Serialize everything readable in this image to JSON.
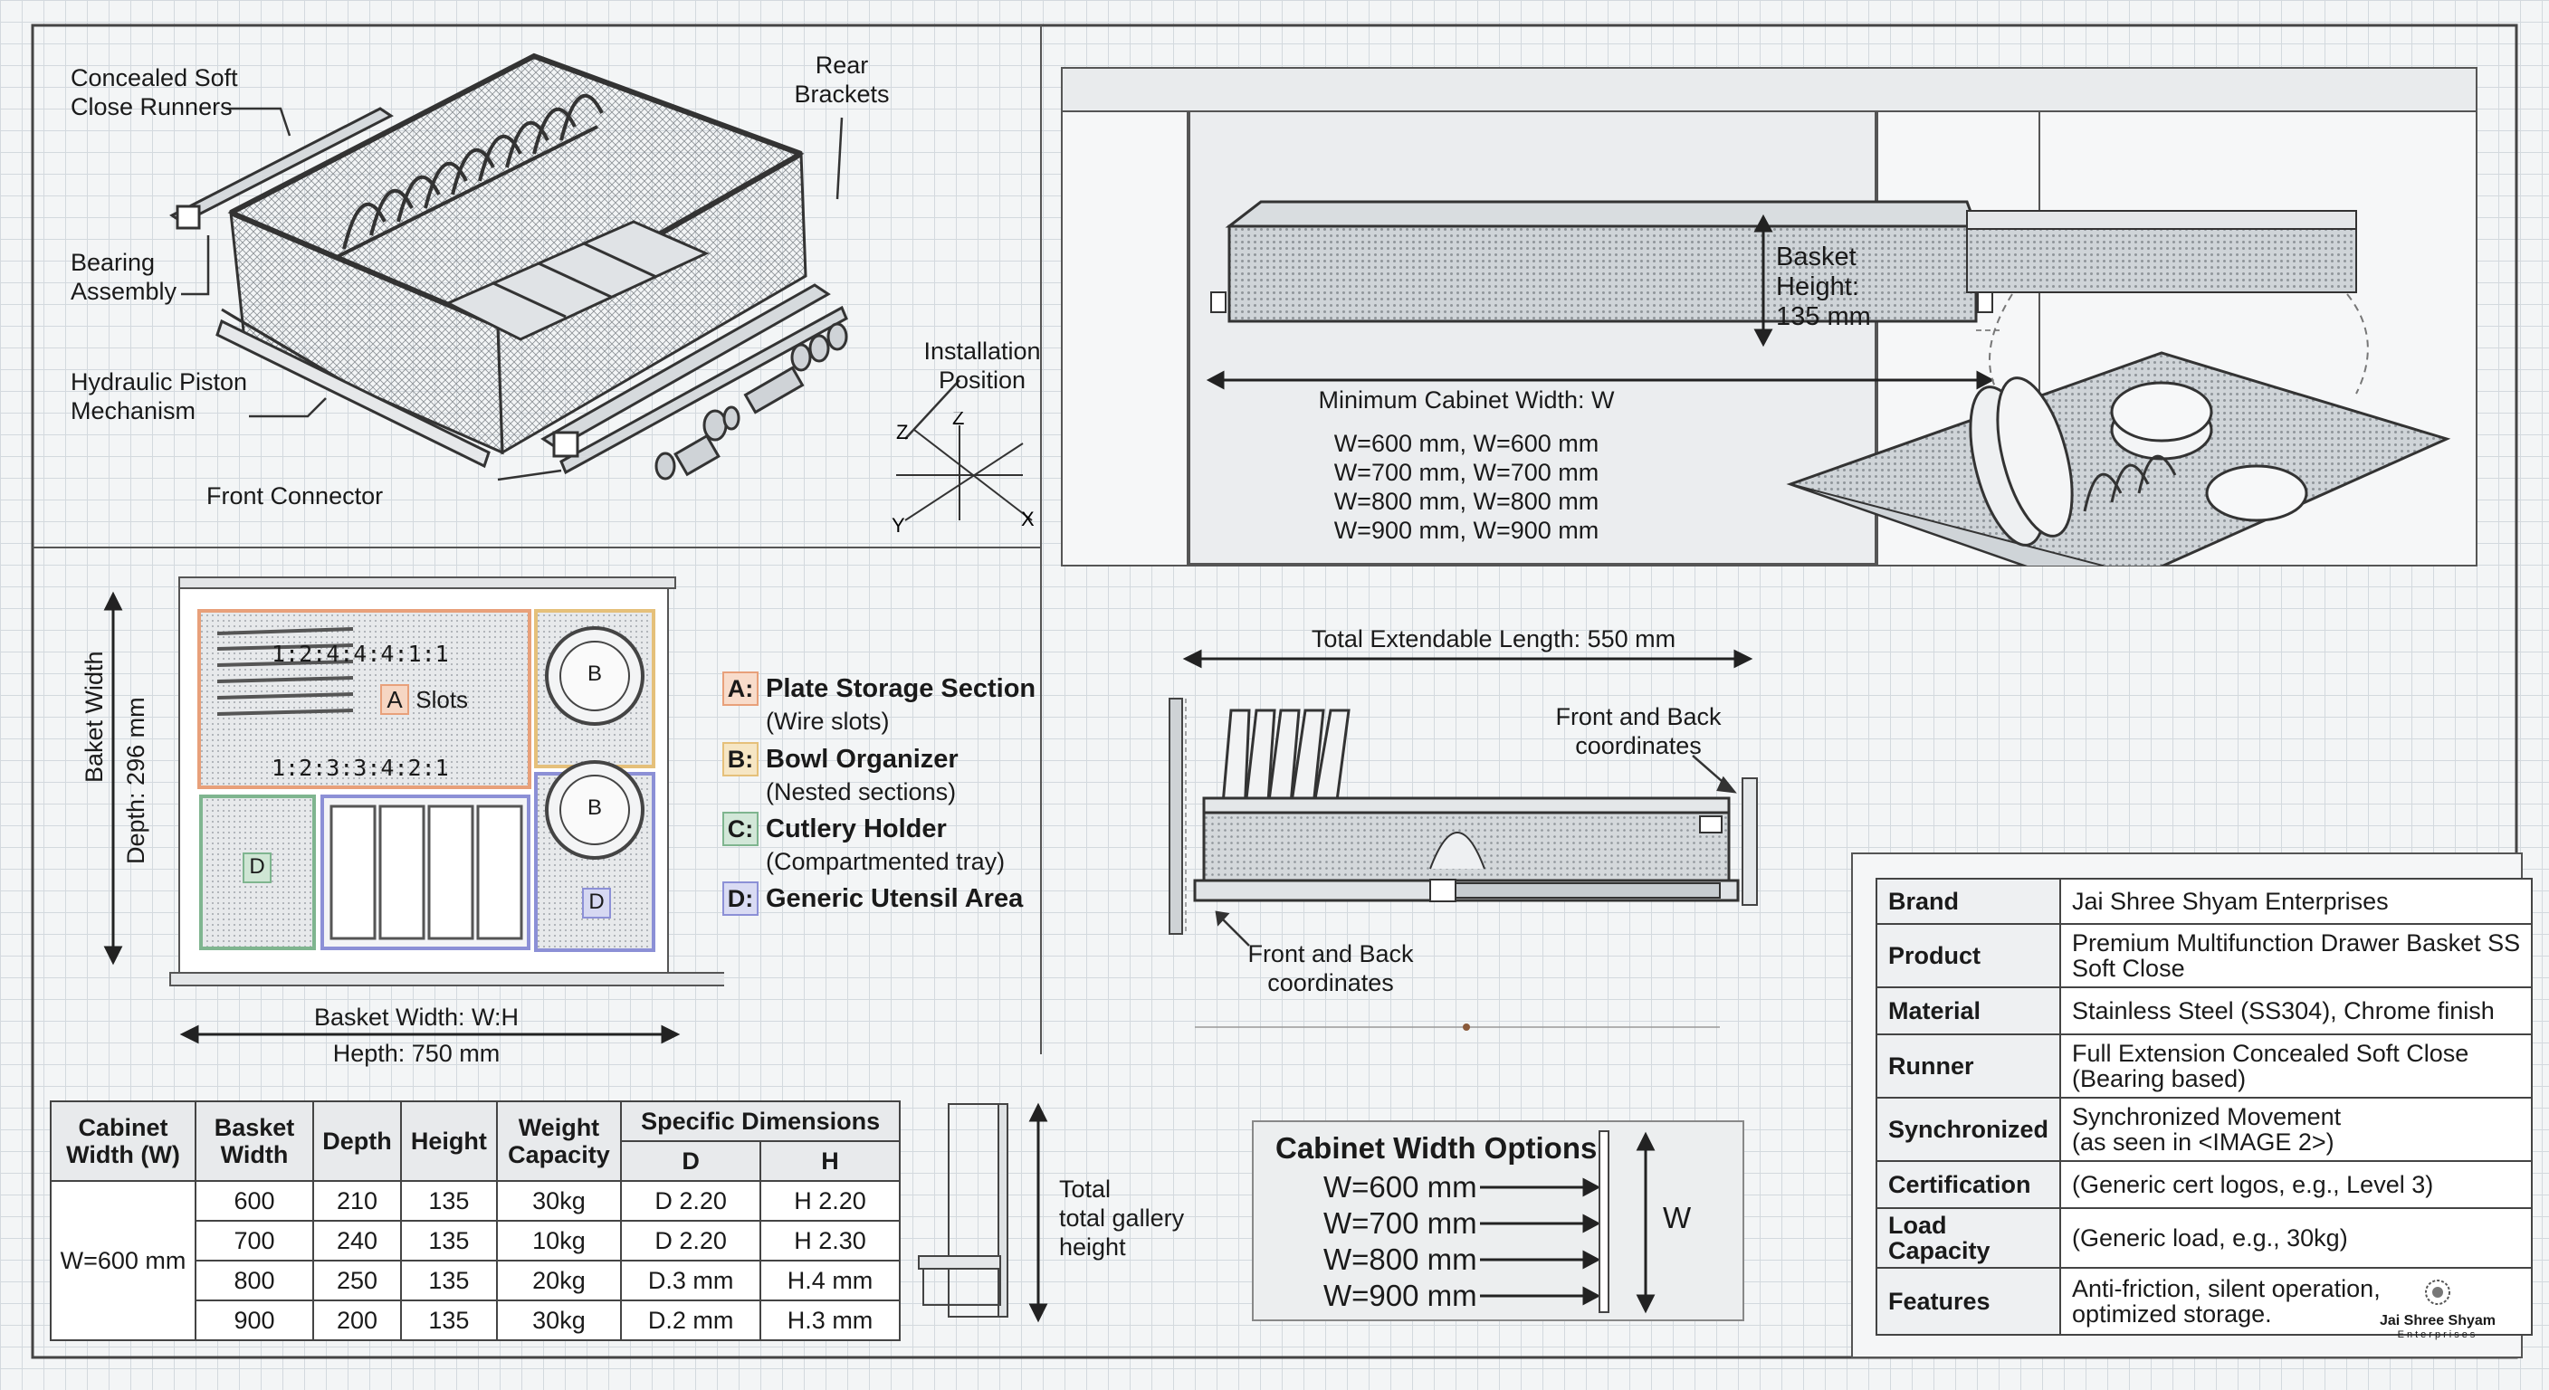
{
  "callouts": {
    "concealed_runners": "Concealed Soft\nClose Runners",
    "rear_brackets": "Rear\nBrackets",
    "bearing_assembly": "Bearing\nAssembly",
    "hydraulic_piston": "Hydraulic Piston\nMechanism",
    "front_connector": "Front Connector",
    "installation_position": "Installation\nPosition",
    "axis_z1": "Z",
    "axis_z2": "Z",
    "axis_y": "Y",
    "axis_x": "X"
  },
  "cabinet_view": {
    "basket_height": "Basket\nHeight:\n135 mm",
    "min_width": "Minimum Cabinet Width: W",
    "width_list": [
      "W=600 mm, W=600 mm",
      "W=700 mm, W=700 mm",
      "W=800 mm, W=800 mm",
      "W=900 mm, W=900 mm"
    ]
  },
  "layout_view": {
    "plate_numbers_top": "1:2:4:4:4:1:1",
    "plate_numbers_bottom": "1:2:3:3:4:2:1",
    "slots_badge": "A",
    "slots_label": "Slots",
    "bowl_badge_1": "B",
    "bowl_badge_2": "B",
    "d_badge_1": "D",
    "d_badge_2": "D",
    "side_label_1": "Baket Width",
    "side_label_2": "Depth: 296 mm",
    "bottom_label_1": "Basket Width: W:H",
    "bottom_label_2": "Hepth: 750 mm"
  },
  "legend": [
    {
      "badge": "A:",
      "title": "Plate Storage Section",
      "sub": "(Wire slots)",
      "color": "#e8a07a"
    },
    {
      "badge": "B:",
      "title": "Bowl Organizer",
      "sub": "(Nested sections)",
      "color": "#e5c07a"
    },
    {
      "badge": "C:",
      "title": "Cutlery Holder",
      "sub": "(Compartmented tray)",
      "color": "#7fb58f"
    },
    {
      "badge": "D:",
      "title": "Generic Utensil Area",
      "sub": "",
      "color": "#8c90d6"
    }
  ],
  "side_view": {
    "total_length": "Total Extendable Length: 550 mm",
    "front_back_top": "Front and Back\ncoordinates",
    "front_back_bottom": "Front and Back\ncoordinates"
  },
  "dimensions_table": {
    "headers": {
      "cabinet_width": "Cabinet\nWidth (W)",
      "basket_width": "Basket\nWidth",
      "depth": "Depth",
      "height": "Height",
      "weight": "Weight\nCapacity",
      "specific": "Specific Dimensions",
      "d": "D",
      "h": "H"
    },
    "cabinet_value": "W=600 mm",
    "rows": [
      {
        "basket": "600",
        "depth": "210",
        "height": "135",
        "weight": "30kg",
        "d": "D 2.20",
        "h": "H 2.20"
      },
      {
        "basket": "700",
        "depth": "240",
        "height": "135",
        "weight": "10kg",
        "d": "D 2.20",
        "h": "H 2.30"
      },
      {
        "basket": "800",
        "depth": "250",
        "height": "135",
        "weight": "20kg",
        "d": "D.3 mm",
        "h": "H.4 mm"
      },
      {
        "basket": "900",
        "depth": "200",
        "height": "135",
        "weight": "30kg",
        "d": "D.2 mm",
        "h": "H.3 mm"
      }
    ]
  },
  "gallery": {
    "label": "Total\ntotal gallery\nheight"
  },
  "width_options": {
    "title": "Cabinet Width Options:",
    "items": [
      "W=600 mm",
      "W=700 mm",
      "W=800 mm",
      "W=900 mm"
    ],
    "w_label": "W"
  },
  "spec_table": [
    {
      "key": "Brand",
      "value": "Jai Shree Shyam Enterprises"
    },
    {
      "key": "Product",
      "value": "Premium Multifunction Drawer Basket SS\nSoft Close"
    },
    {
      "key": "Material",
      "value": "Stainless Steel (SS304), Chrome finish"
    },
    {
      "key": "Runner",
      "value": "Full Extension Concealed Soft Close\n(Bearing based)"
    },
    {
      "key": "Synchronized",
      "value": "Synchronized Movement\n(as seen in <IMAGE 2>)"
    },
    {
      "key": "Certification",
      "value": "(Generic cert logos, e.g., Level 3)"
    },
    {
      "key": "Load Capacity",
      "value": "(Generic load, e.g., 30kg)"
    },
    {
      "key": "Features",
      "value": "Anti-friction, silent operation,\noptimized storage."
    }
  ],
  "logo": {
    "name": "Jai Shree Shyam",
    "sub": "Enterprises"
  }
}
